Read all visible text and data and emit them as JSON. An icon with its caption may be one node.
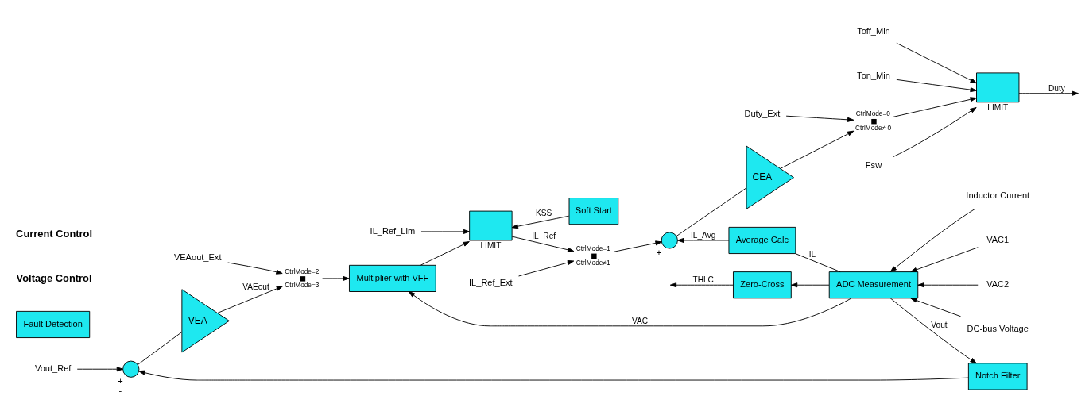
{
  "diagram": {
    "nodes": [
      {
        "text": [
          "Vout_Ref"
        ]
      },
      {
        "text": [],
        "shape": "circle",
        "beside": [
          "+",
          "-"
        ]
      },
      {
        "text": [
          "VEA"
        ]
      },
      {
        "text": [
          "VEAout_Ext"
        ]
      },
      {
        "text": [],
        "shape": "switch",
        "beside": [
          "CtrlMode=2",
          "CtrlMode=3"
        ]
      },
      {
        "text": [
          "Multiplier with VFF"
        ]
      },
      {
        "text": [
          "IL_Ref_Lim"
        ]
      },
      {
        "text": [],
        "shape": "box",
        "beside": [
          "LIMIT"
        ]
      },
      {
        "text": [
          "IL_Ref_Ext"
        ]
      },
      {
        "text": [],
        "shape": "switch",
        "beside": [
          "CtrlMode=1",
          "CtrlMode≠1"
        ]
      },
      {
        "text": [],
        "shape": "circle",
        "beside": [
          "+",
          "-"
        ]
      },
      {
        "text": [
          "CEA"
        ]
      },
      {
        "text": [
          "Duty_Ext"
        ]
      },
      {
        "text": [],
        "shape": "switch",
        "beside": [
          "CtrlMode=0",
          "CtrlMode≠ 0"
        ]
      },
      {
        "text": [
          "Fsw"
        ]
      },
      {
        "text": [
          "Toff_Min"
        ]
      },
      {
        "text": [
          "Ton_Min"
        ]
      },
      {
        "text": [],
        "shape": "box",
        "beside": [
          "LIMIT"
        ]
      },
      {
        "text": [
          "Soft Start"
        ]
      },
      {
        "text": [
          "Zero-Cross"
        ]
      },
      {
        "text": [
          "Average Calc"
        ]
      },
      {
        "text": [
          "Fault Detection"
        ]
      },
      {
        "text": [
          "ADC Measurement"
        ]
      },
      {
        "text": [
          "Notch Filter"
        ]
      },
      {
        "text": [
          "Inductor Current"
        ]
      },
      {
        "text": [
          "VAC1"
        ]
      },
      {
        "text": [
          "VAC2"
        ]
      },
      {
        "text": [
          "DC-bus Voltage"
        ]
      }
    ],
    "edges": [
      {
        "from": 0,
        "to": 1,
        "arrow": "to"
      },
      {
        "from": 1,
        "to": 2,
        "arrow": "none"
      },
      {
        "from": 2,
        "to": 4,
        "arrow": "to",
        "label": "VAEout"
      },
      {
        "from": 3,
        "to": 4,
        "arrow": "to"
      },
      {
        "from": 4,
        "to": 5,
        "arrow": "to"
      },
      {
        "from": 5,
        "to": 7,
        "arrow": "to"
      },
      {
        "from": 6,
        "to": 7,
        "arrow": "to"
      },
      {
        "from": 18,
        "to": 7,
        "arrow": "to",
        "label": "KSS"
      },
      {
        "from": 7,
        "to": 9,
        "arrow": "to",
        "label": "IL_Ref"
      },
      {
        "from": 8,
        "to": 9,
        "arrow": "to"
      },
      {
        "from": 9,
        "to": 10,
        "arrow": "to"
      },
      {
        "from": 10,
        "to": 11,
        "arrow": "none"
      },
      {
        "from": 11,
        "to": 13,
        "arrow": "to"
      },
      {
        "from": 12,
        "to": 13,
        "arrow": "to"
      },
      {
        "from": 13,
        "to": 17,
        "arrow": "to"
      },
      {
        "from": 14,
        "to": 17,
        "arrow": "to"
      },
      {
        "from": 15,
        "to": 17,
        "arrow": "to"
      },
      {
        "from": 16,
        "to": 17,
        "arrow": "to"
      },
      {
        "from": 17,
        "to": null,
        "arrow": "to",
        "label": "Duty"
      },
      {
        "from": 19,
        "to": null,
        "arrow": "to",
        "label": "THLC"
      },
      {
        "from": 20,
        "to": 10,
        "arrow": "to",
        "label": "IL_Avg"
      },
      {
        "from": 22,
        "to": 20,
        "arrow": "none",
        "label": "IL"
      },
      {
        "from": 22,
        "to": 5,
        "arrow": "to",
        "label": "VAC"
      },
      {
        "from": 22,
        "to": 19,
        "arrow": "to"
      },
      {
        "from": 22,
        "to": 23,
        "arrow": "to",
        "label": "Vout"
      },
      {
        "from": 23,
        "to": 1,
        "arrow": "to"
      },
      {
        "from": 24,
        "to": 22,
        "arrow": "to"
      },
      {
        "from": 25,
        "to": 22,
        "arrow": "to"
      },
      {
        "from": 26,
        "to": 22,
        "arrow": "to"
      },
      {
        "from": 27,
        "to": 22,
        "arrow": "to"
      }
    ],
    "labels": [
      "Voltage Control",
      "Current Control"
    ]
  }
}
